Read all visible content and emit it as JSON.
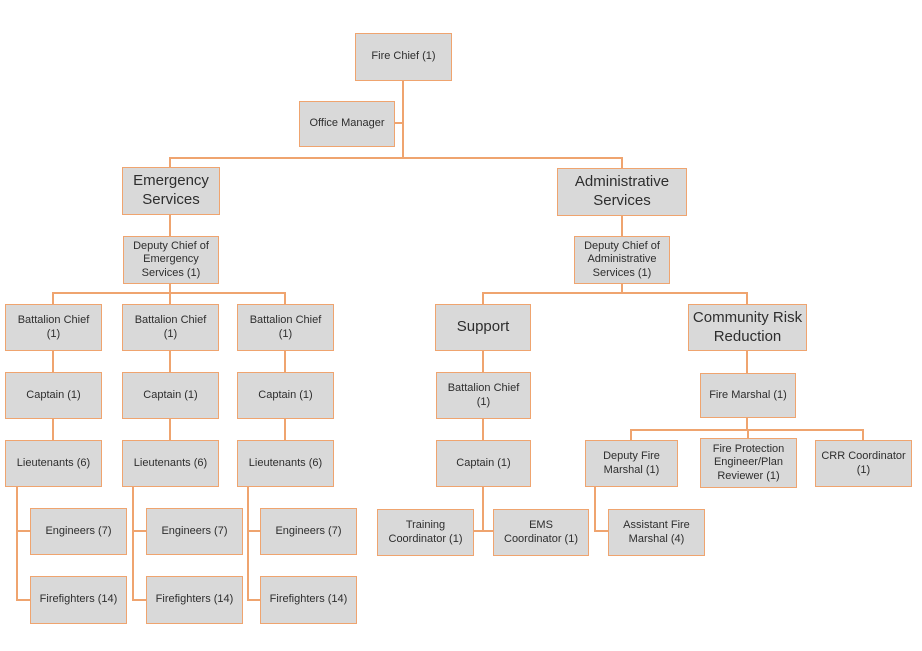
{
  "colors": {
    "connector": "#efa46f",
    "box_fill": "#d9d9d9",
    "box_text": "#2e2e2e"
  },
  "org": {
    "fire_chief": "Fire Chief (1)",
    "office_manager": "Office Manager",
    "emergency_services": "Emergency\nServices",
    "administrative_services": "Administrative\nServices",
    "deputy_chief_emergency": "Deputy Chief of\nEmergency\nServices (1)",
    "deputy_chief_admin": "Deputy Chief of\nAdministrative\nServices (1)",
    "battalion_columns": [
      {
        "battalion_chief": "Battalion Chief\n(1)",
        "captain": "Captain (1)",
        "lieutenants": "Lieutenants (6)",
        "engineers": "Engineers (7)",
        "firefighters": "Firefighters (14)"
      },
      {
        "battalion_chief": "Battalion Chief\n(1)",
        "captain": "Captain (1)",
        "lieutenants": "Lieutenants (6)",
        "engineers": "Engineers (7)",
        "firefighters": "Firefighters (14)"
      },
      {
        "battalion_chief": "Battalion Chief\n(1)",
        "captain": "Captain (1)",
        "lieutenants": "Lieutenants (6)",
        "engineers": "Engineers (7)",
        "firefighters": "Firefighters (14)"
      }
    ],
    "support": {
      "label": "Support",
      "battalion_chief": "Battalion Chief\n(1)",
      "captain": "Captain (1)",
      "training_coordinator": "Training\nCoordinator (1)",
      "ems_coordinator": "EMS\nCoordinator (1)"
    },
    "community_risk_reduction": {
      "label": "Community Risk\nReduction",
      "fire_marshal": "Fire Marshal (1)",
      "deputy_fire_marshal": "Deputy Fire\nMarshal (1)",
      "fire_protection_engineer": "Fire Protection\nEngineer/Plan\nReviewer (1)",
      "crr_coordinator": "CRR Coordinator\n(1)",
      "assistant_fire_marshal": "Assistant Fire\nMarshal (4)"
    }
  }
}
